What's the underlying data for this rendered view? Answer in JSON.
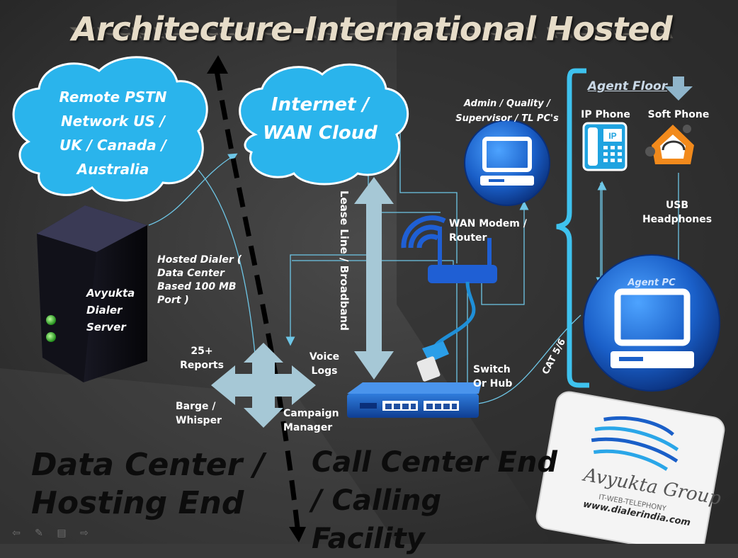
{
  "title": "Architecture-International  Hosted",
  "clouds": {
    "pstn": "Remote PSTN Network US / UK / Canada / Australia",
    "internet": "Internet / WAN Cloud"
  },
  "server": {
    "label": "Avyukta Dialer Server",
    "desc": "Hosted Dialer ( Data Center Based 100 MB Port )"
  },
  "hub": {
    "reports": "25+ Reports",
    "voice_logs": "Voice Logs",
    "barge": "Barge / Whisper",
    "campaign": "Campaign Manager"
  },
  "lease_line": "Lease  Line / Broadband",
  "admin": "Admin / Quality / Supervisor / TL PC's",
  "wan_modem": "WAN Modem / Router",
  "switch": "Switch Or Hub",
  "cat": "CAT 5/6",
  "agent_floor": {
    "title": "Agent Floor",
    "ip_phone": "IP Phone",
    "soft_phone": "Soft Phone",
    "usb": "USB Headphones",
    "agent_pc": "Agent PC"
  },
  "data_center_end": "Data Center / Hosting End",
  "call_center_end": "Call Center End / Calling Facility",
  "logo": {
    "name": "Avyukta Group",
    "tagline": "IT-WEB-TELEPHONY",
    "url": "www.dialerindia.com"
  },
  "colors": {
    "cloud": "#2ab4ec",
    "connector": "#6ec6e6",
    "arrow": "#a6c8d6",
    "disk": "#1657b8"
  }
}
